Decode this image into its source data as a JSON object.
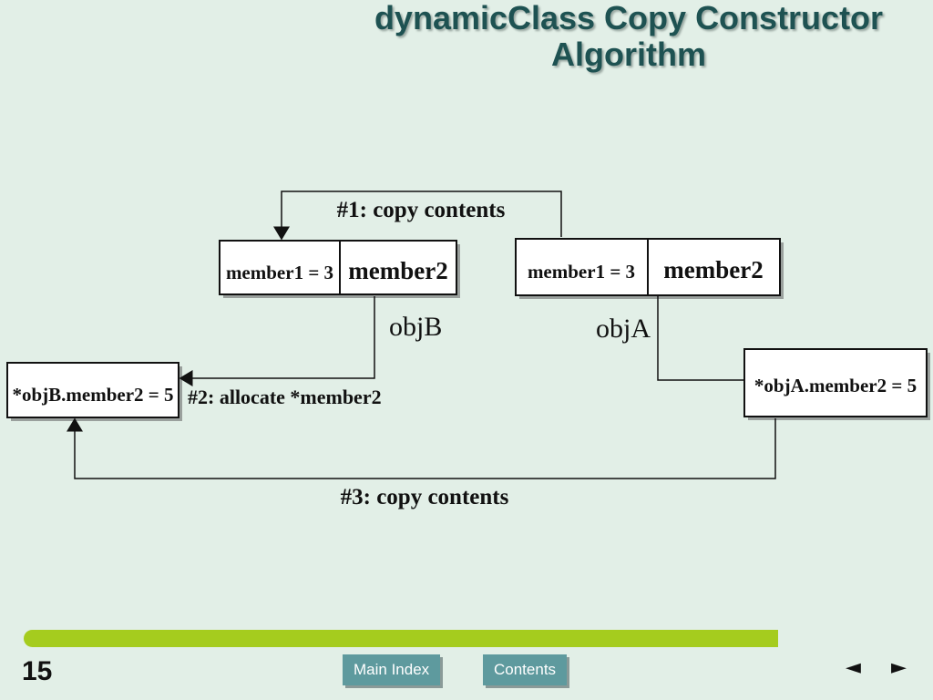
{
  "slide": {
    "title_line1": "dynamicClass Copy Constructor",
    "title_line2": "Algorithm",
    "page_number": "15"
  },
  "diagram": {
    "objB": {
      "member1": "member1 = 3",
      "member2": "member2",
      "label": "objB"
    },
    "objA": {
      "member1": "member1 = 3",
      "member2": "member2",
      "label": "objA"
    },
    "heapB": "*objB.member2 = 5",
    "heapA": "*objA.member2 = 5",
    "step1": "#1: copy contents",
    "step2": "#2: allocate *member2",
    "step3": "#3: copy contents"
  },
  "nav": {
    "main_index": "Main Index",
    "contents": "Contents",
    "prev_icon": "prev-arrow-icon",
    "next_icon": "next-arrow-icon",
    "prev_glyph": "◄",
    "next_glyph": "►"
  },
  "colors": {
    "background": "#e2efe7",
    "title": "#1e5252",
    "accent_bar": "#a5cc1e",
    "button": "#5e9a9e"
  }
}
